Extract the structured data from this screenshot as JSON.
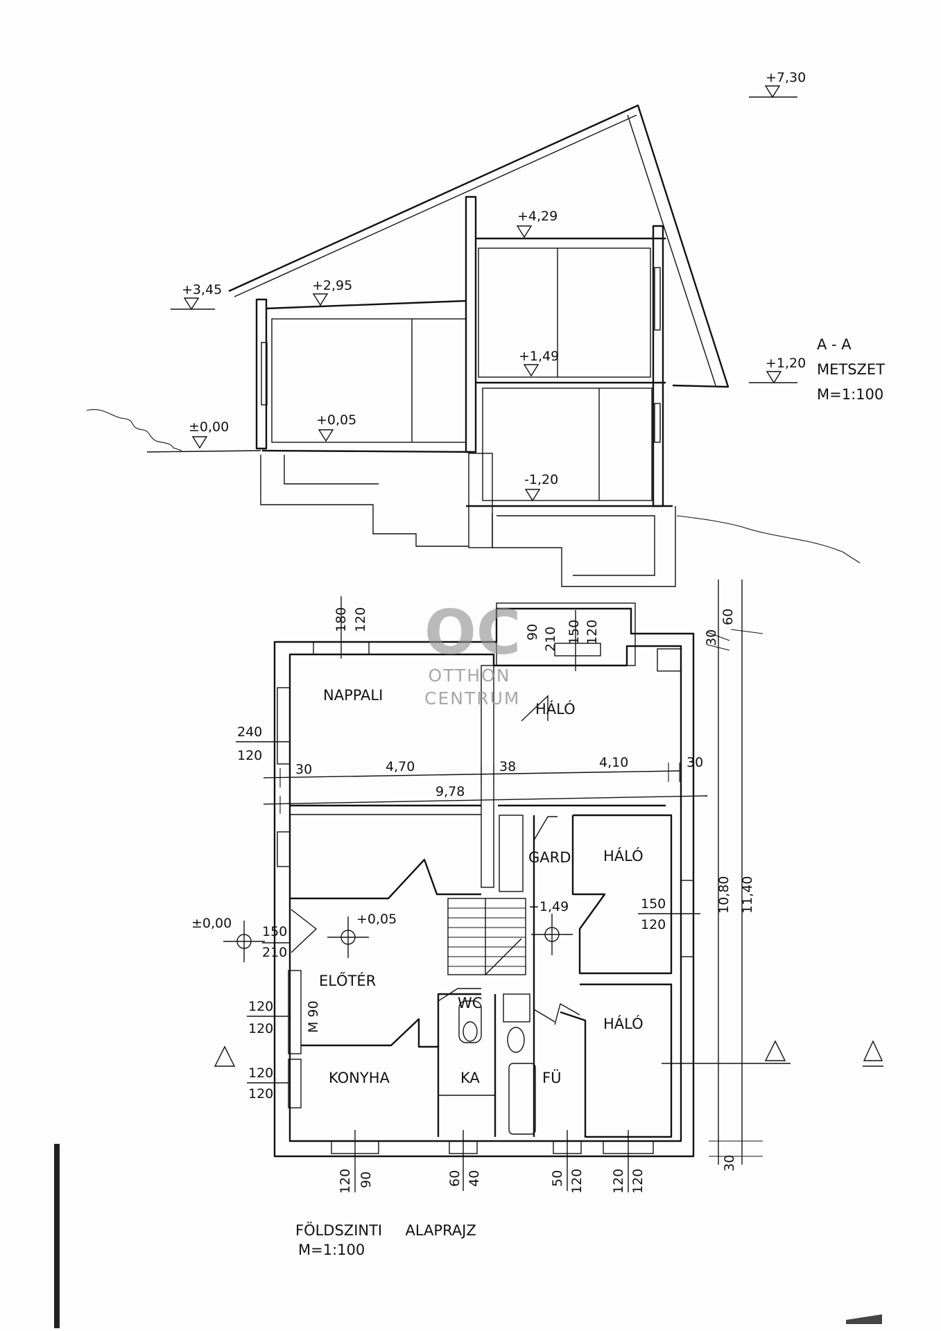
{
  "section": {
    "title_lines": [
      "A - A",
      "METSZET",
      "M=1:100"
    ],
    "levels": [
      "+7,30",
      "+4,29",
      "+3,45",
      "+2,95",
      "+1,49",
      "+1,20",
      "±0,00",
      "+0,05",
      "-1,20"
    ]
  },
  "plan": {
    "title": "FÖLDSZINTI     ALAPRAJZ",
    "scale": "M=1:100",
    "rooms": {
      "nappali": "NAPPALI",
      "halo1": "HÁLÓ",
      "halo2": "HÁLÓ",
      "halo3": "HÁLÓ",
      "gard": "GARD",
      "eloter": "ELŐTÉR",
      "wc": "WC",
      "konyha": "KONYHA",
      "ka": "KA",
      "fu": "FÜ"
    },
    "levels": {
      "entry": "±0,00",
      "hall": "+0,05",
      "stair": "+1,49"
    },
    "dims": {
      "top_180": "180",
      "top_120": "120",
      "top_90": "90",
      "top_210": "210",
      "top_150": "150",
      "top_120b": "120",
      "left_240": "240",
      "left_120": "120",
      "d_30a": "30",
      "d_470": "4,70",
      "d_38": "38",
      "d_410": "4,10",
      "d_30b": "30",
      "d_978": "9,78",
      "door_150": "150",
      "door_210": "210",
      "win_120a": "120",
      "win_120b": "120",
      "m90": "M 90",
      "win_120c": "120",
      "win_120d": "120",
      "right_150": "150",
      "right_120": "120",
      "r_30": "30",
      "r_60": "60",
      "r_1080": "10,80",
      "r_1140": "11,40",
      "r_30b": "30",
      "b_120": "120",
      "b_90": "90",
      "b_60": "60",
      "b_40": "40",
      "b_50": "50",
      "b_120b": "120",
      "b_120c": "120",
      "b_120d": "120"
    }
  },
  "watermark": {
    "logo": "OC",
    "line1": "OTTHON",
    "line2": "CENTRUM"
  }
}
